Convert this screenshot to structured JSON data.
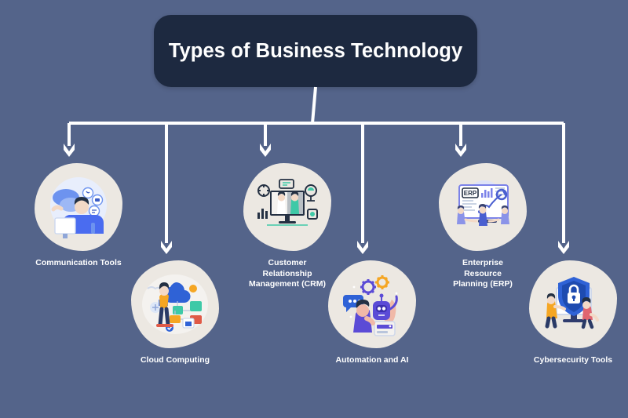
{
  "diagram": {
    "title": "Types of Business Technology",
    "background_color": "#54648a",
    "title_box_color": "#1d2940",
    "connector_color": "#ffffff",
    "blob_color": "#ece8e2",
    "label_color": "#ffffff"
  },
  "nodes": [
    {
      "id": "communication-tools",
      "label": "Communication Tools",
      "icon": "communication-illustration-icon",
      "row": "upper",
      "accent": "#4a6cf0"
    },
    {
      "id": "cloud-computing",
      "label": "Cloud Computing",
      "icon": "cloud-computing-illustration-icon",
      "row": "lower",
      "accent": "#f5a623"
    },
    {
      "id": "customer-relationship-management",
      "label": "Customer\nRelationship\nManagement (CRM)",
      "icon": "crm-illustration-icon",
      "row": "upper",
      "accent": "#3ec9a7"
    },
    {
      "id": "automation-and-ai",
      "label": "Automation and AI",
      "icon": "automation-ai-robot-illustration-icon",
      "row": "lower",
      "accent": "#5b4bd6"
    },
    {
      "id": "enterprise-resource-planning",
      "label": "Enterprise\nResource\nPlanning (ERP)",
      "icon": "erp-dashboard-illustration-icon",
      "row": "upper",
      "accent": "#7b82e8"
    },
    {
      "id": "cybersecurity-tools",
      "label": "Cybersecurity Tools",
      "icon": "cybersecurity-shield-lock-illustration-icon",
      "row": "lower",
      "accent": "#2f62d6"
    }
  ]
}
